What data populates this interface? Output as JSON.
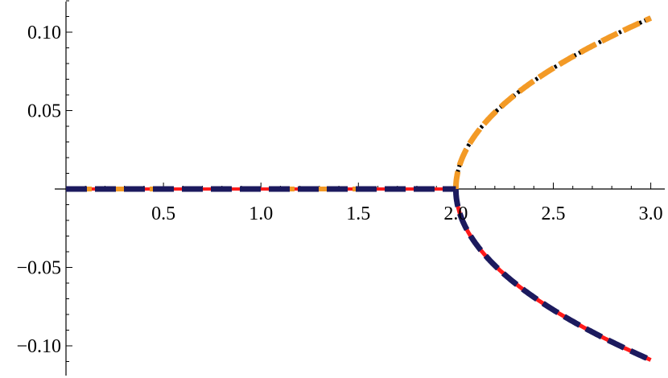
{
  "chart_data": {
    "type": "line",
    "title": "",
    "xlabel": "",
    "ylabel": "",
    "xlim": [
      0,
      3.05
    ],
    "ylim": [
      -0.118,
      0.12
    ],
    "x_ticks": [
      0.5,
      1.0,
      1.5,
      2.0,
      2.5,
      3.0
    ],
    "x_tick_labels": [
      "0.5",
      "1.0",
      "1.5",
      "2.0",
      "2.5",
      "3.0"
    ],
    "y_ticks": [
      -0.1,
      -0.05,
      0.05,
      0.1
    ],
    "y_tick_labels": [
      "−0.10",
      "−0.05",
      "0.05",
      "0.10"
    ],
    "grid": false,
    "series": [
      {
        "colors": [
          "#000000",
          "#f39a26"
        ],
        "style": "dashed-over-dotted",
        "points": [
          [
            2.0,
            0
          ],
          [
            2.01,
            0.0109
          ],
          [
            2.05,
            0.0244
          ],
          [
            2.1,
            0.0345
          ],
          [
            2.2,
            0.0487
          ],
          [
            2.3,
            0.0597
          ],
          [
            2.4,
            0.0689
          ],
          [
            2.5,
            0.0771
          ],
          [
            2.6,
            0.0844
          ],
          [
            2.7,
            0.0912
          ],
          [
            2.8,
            0.0975
          ],
          [
            2.9,
            0.1034
          ],
          [
            3.0,
            0.109
          ]
        ]
      },
      {
        "colors": [
          "#ff1a1a",
          "#1c1a5e"
        ],
        "style": "dashed-over-dashed",
        "points": [
          [
            2.0,
            0
          ],
          [
            2.01,
            -0.0109
          ],
          [
            2.05,
            -0.0244
          ],
          [
            2.1,
            -0.0345
          ],
          [
            2.2,
            -0.0487
          ],
          [
            2.3,
            -0.0597
          ],
          [
            2.4,
            -0.0689
          ],
          [
            2.5,
            -0.0771
          ],
          [
            2.6,
            -0.0844
          ],
          [
            2.7,
            -0.0912
          ],
          [
            2.8,
            -0.0975
          ],
          [
            2.9,
            -0.1034
          ],
          [
            3.0,
            -0.109
          ]
        ]
      },
      {
        "colors": [
          "#ff1a1a",
          "#f39a26",
          "#1c1a5e"
        ],
        "style": "dashed-over-dashed",
        "points": [
          [
            0,
            0
          ],
          [
            2.0,
            0
          ]
        ]
      }
    ]
  }
}
